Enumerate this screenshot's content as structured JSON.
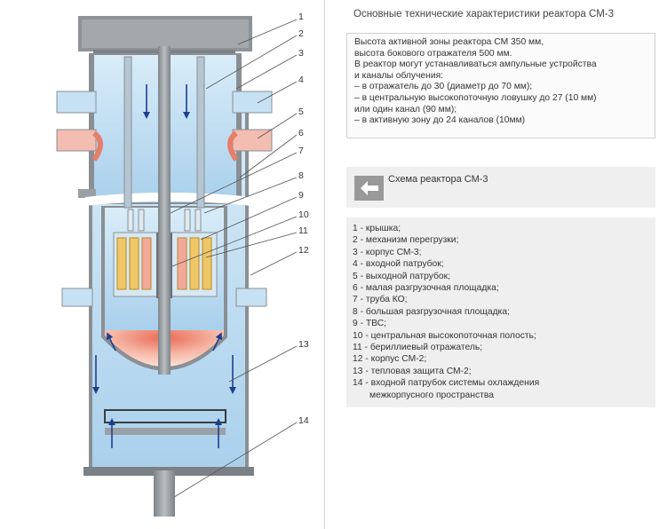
{
  "title": "Основные технические характеристики реактора СМ-3",
  "specs": [
    "Высота активной зоны реактора СМ 350 мм,",
    "высота бокового отражателя 500 мм.",
    "В реактор могут устанавливаться ампульные устройства",
    "и каналы облучения:",
    "– в отражатель до 30 (диаметр до 70 мм);",
    "– в центральную высокопоточную ловушку до 27 (10 мм)",
    "или один канал (90 мм);",
    "– в активную зону до 24 каналов (10мм)"
  ],
  "nav": {
    "label": "Схема реактора СМ-3",
    "icon": "arrow-left-icon"
  },
  "legend": [
    "1 - крышка;",
    "2 - механизм перегрузки;",
    "3 - корпус СМ-3;",
    "4 - входной патрубок;",
    "5 - выходной патрубок;",
    "6 - малая разгрузочная площадка;",
    "7 - труба КО;",
    "8 - большая разгрузочная площадка;",
    "9 - ТВС;",
    "10 - центральная высокопоточная полость;",
    "11 - бериллиевый отражатель;",
    "12 - корпус СМ-2;",
    "13 - тепловая защита СМ-2;",
    "14 - входной патрубок системы охлаждения",
    "межкорпусного пространства"
  ],
  "callouts": [
    "1",
    "2",
    "3",
    "4",
    "5",
    "6",
    "7",
    "8",
    "9",
    "10",
    "11",
    "12",
    "13",
    "14"
  ],
  "colors": {
    "hull": "#8a8f94",
    "coolant": "#bcdcf0",
    "hot": "#f2b3a6",
    "fuel": "#f0c766",
    "arrow": "#1d3f8f"
  }
}
